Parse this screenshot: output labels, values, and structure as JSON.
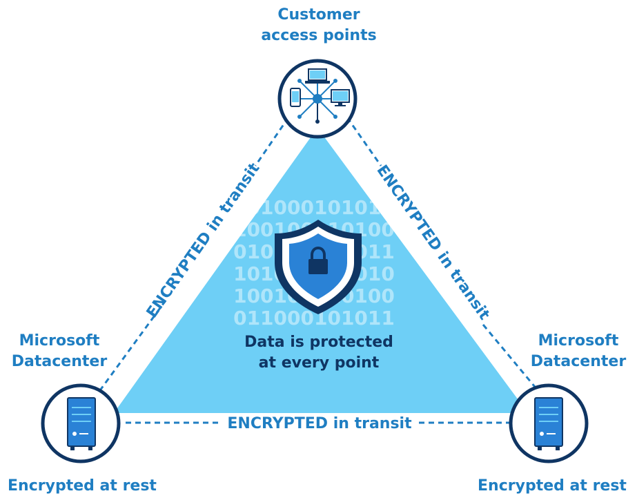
{
  "nodes": {
    "top": {
      "label_lines": [
        "Customer",
        "access points"
      ],
      "icon": "network-devices-icon"
    },
    "left": {
      "label_lines": [
        "Microsoft",
        "Datacenter"
      ],
      "caption": "Encrypted at rest",
      "icon": "server-icon"
    },
    "right": {
      "label_lines": [
        "Microsoft",
        "Datacenter"
      ],
      "caption": "Encrypted at rest",
      "icon": "server-icon"
    }
  },
  "edges": {
    "left": {
      "label": "ENCRYPTED in transit"
    },
    "right": {
      "label": "ENCRYPTED in transit"
    },
    "bottom": {
      "label": "ENCRYPTED in transit"
    }
  },
  "center": {
    "binary_lines": [
      "101000101010",
      "100100010100",
      "010100100011",
      "101010001010",
      "100100010100",
      "011000101011"
    ],
    "label_lines": [
      "Data is protected",
      "at every point"
    ],
    "icon": "shield-lock-icon"
  },
  "colors": {
    "triangle_fill": "#6ecff6",
    "accent": "#1f7ec2",
    "node_ring": "#0f3563",
    "dark_text": "#0f3563",
    "server_fill": "#2a82d6"
  }
}
